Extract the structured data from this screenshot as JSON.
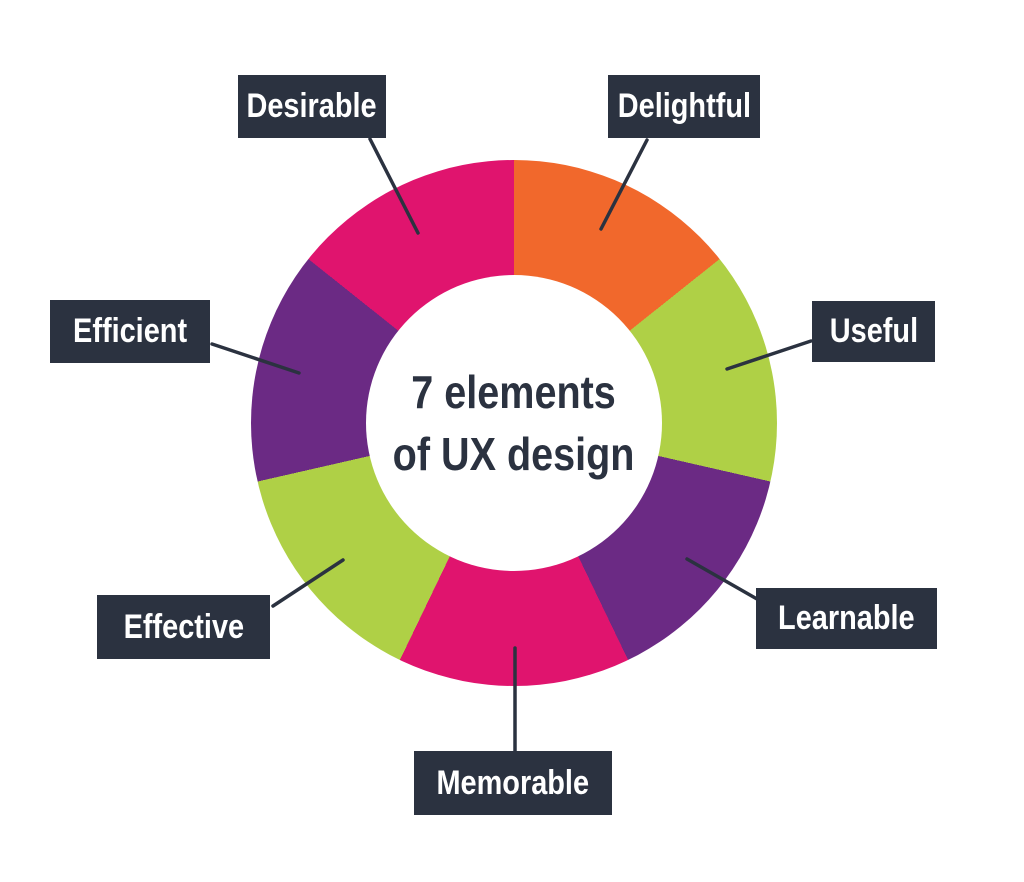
{
  "title": {
    "line1": "7 elements",
    "line2": "of UX design"
  },
  "colors": {
    "orange": "#F1682C",
    "green": "#AFD046",
    "purple": "#6B2A84",
    "pink": "#E0146E",
    "label_box_bg": "#2B3240",
    "label_text": "#FFFFFF",
    "title_text": "#2B3240",
    "leader_line": "#2B3240",
    "background": "#FFFFFF"
  },
  "chart_data": {
    "type": "pie",
    "variant": "donut",
    "title": "7 elements of UX design",
    "center_label": "7 elements of UX design",
    "start_angle_deg": 0,
    "direction": "clockwise",
    "inner_radius_ratio": 0.56,
    "legend_position": "none",
    "segments": [
      {
        "label": "Delightful",
        "value": 1,
        "fraction": 0.1429,
        "color": "#F1682C"
      },
      {
        "label": "Useful",
        "value": 1,
        "fraction": 0.1429,
        "color": "#AFD046"
      },
      {
        "label": "Learnable",
        "value": 1,
        "fraction": 0.1429,
        "color": "#6B2A84"
      },
      {
        "label": "Memorable",
        "value": 1,
        "fraction": 0.1429,
        "color": "#E0146E"
      },
      {
        "label": "Effective",
        "value": 1,
        "fraction": 0.1429,
        "color": "#AFD046"
      },
      {
        "label": "Efficient",
        "value": 1,
        "fraction": 0.1429,
        "color": "#6B2A84"
      },
      {
        "label": "Desirable",
        "value": 1,
        "fraction": 0.1429,
        "color": "#E0146E"
      }
    ]
  }
}
